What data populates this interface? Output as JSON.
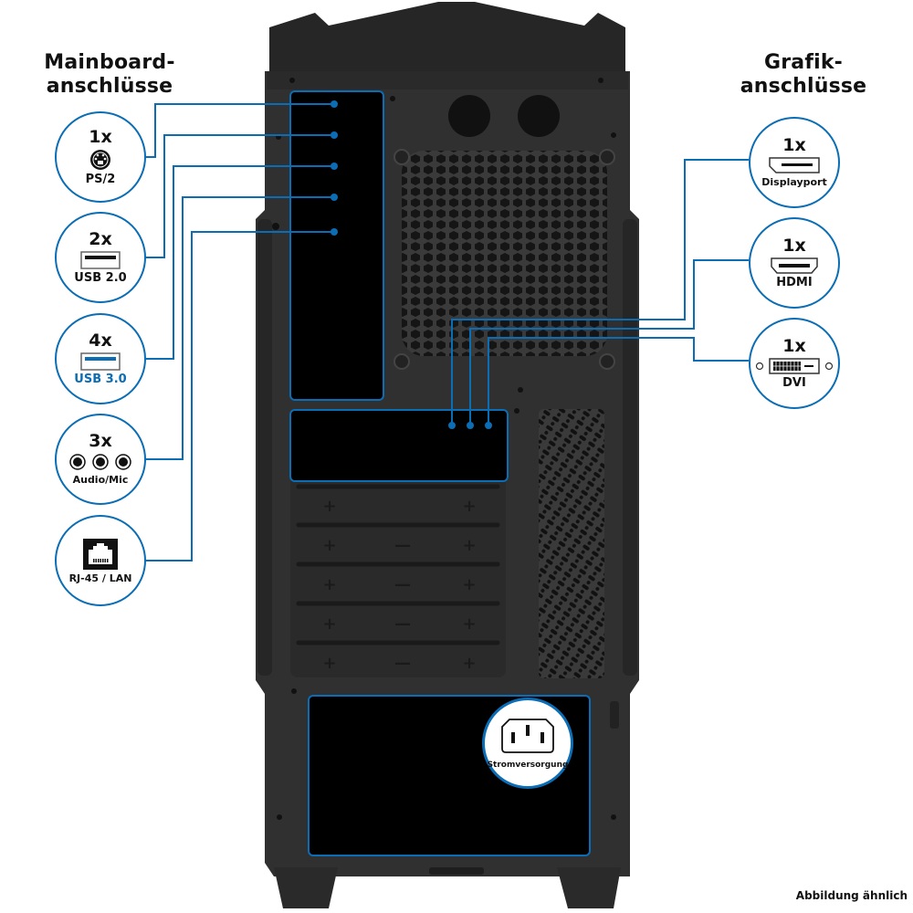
{
  "headings": {
    "mainboard": [
      "Mainboard-",
      "anschlüsse"
    ],
    "graphics": [
      "Grafik-",
      "anschlüsse"
    ]
  },
  "mainboard_ports": [
    {
      "count": "1x",
      "label": "PS/2",
      "icon": "ps2-port-icon"
    },
    {
      "count": "2x",
      "label": "USB 2.0",
      "icon": "usb2-port-icon"
    },
    {
      "count": "4x",
      "label": "USB 3.0",
      "icon": "usb3-port-icon"
    },
    {
      "count": "3x",
      "label": "Audio/Mic",
      "icon": "audio-jack-icon"
    },
    {
      "count": "",
      "label": "RJ-45 / LAN",
      "icon": "ethernet-port-icon"
    }
  ],
  "graphics_ports": [
    {
      "count": "1x",
      "label": "Displayport",
      "icon": "displayport-icon"
    },
    {
      "count": "1x",
      "label": "HDMI",
      "icon": "hdmi-port-icon"
    },
    {
      "count": "1x",
      "label": "DVI",
      "icon": "dvi-port-icon"
    }
  ],
  "power": {
    "label": "Stromversorgung",
    "icon": "power-socket-icon"
  },
  "footnote": "Abbildung ähnlich",
  "colors": {
    "accent": "#0a6db5",
    "case": "#2b2b2b",
    "panel": "#000000"
  }
}
